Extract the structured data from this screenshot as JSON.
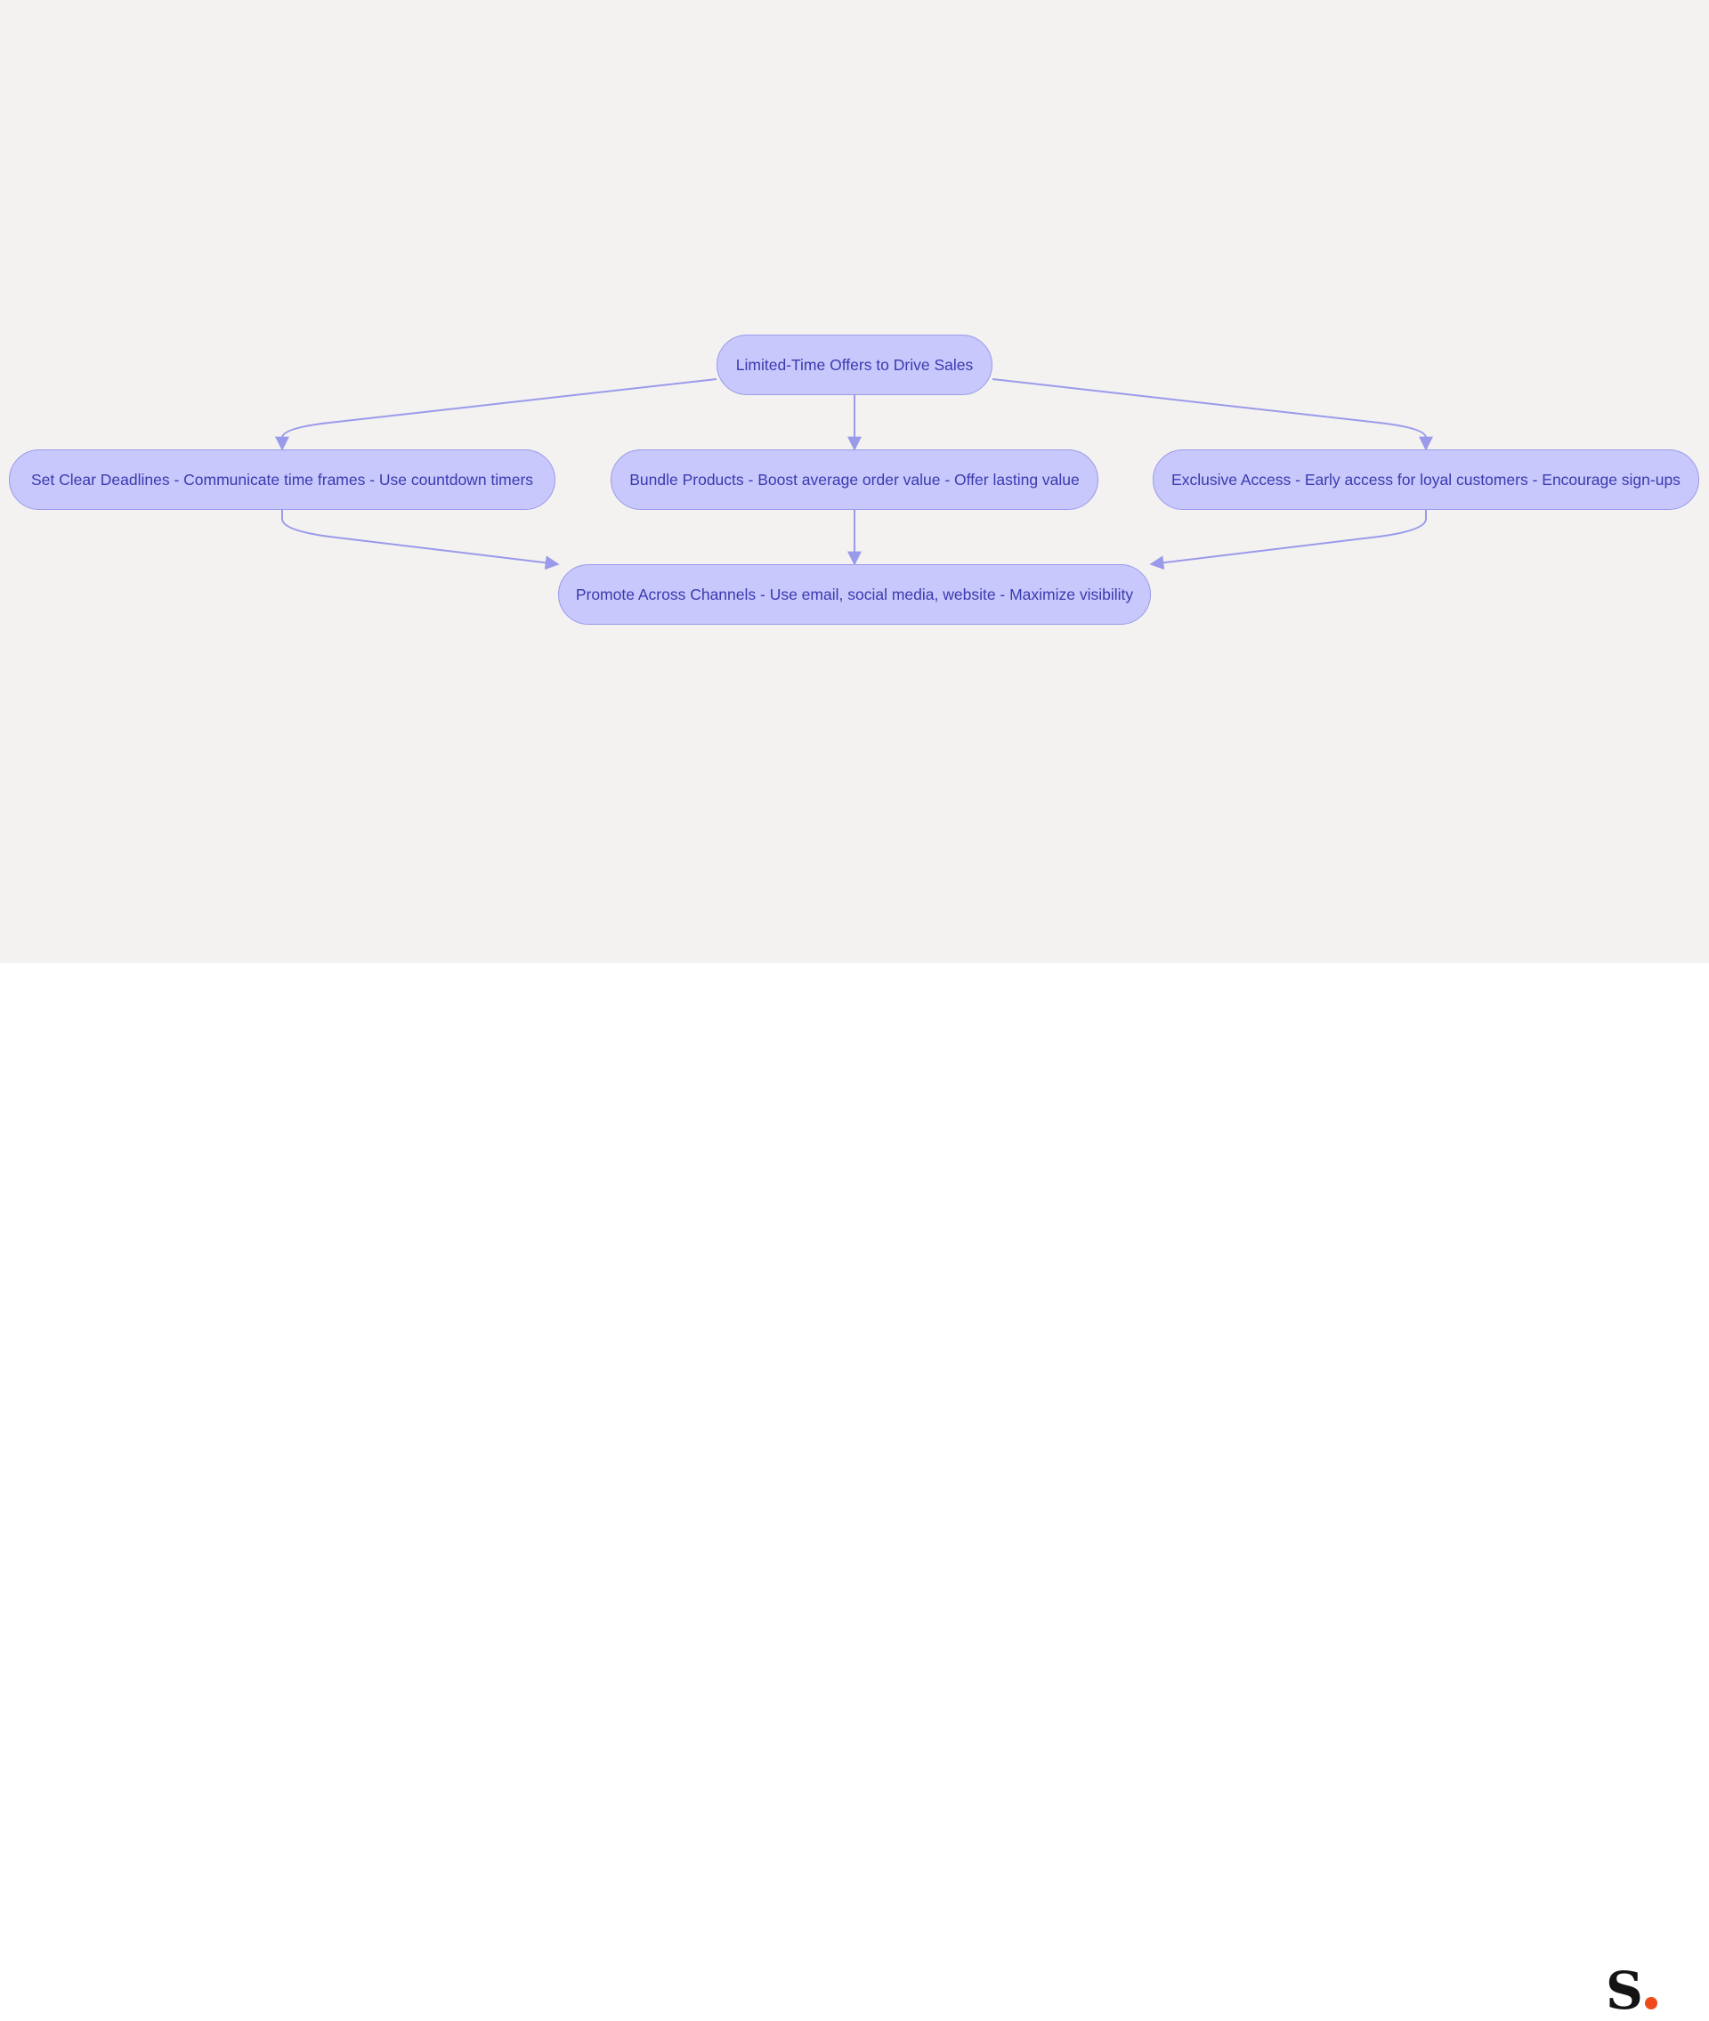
{
  "diagram": {
    "nodes": {
      "root": "Limited-Time Offers to Drive Sales",
      "deadlines": "Set Clear Deadlines - Communicate time frames - Use countdown timers",
      "bundle": "Bundle Products - Boost average order value - Offer lasting value",
      "exclusive": "Exclusive Access - Early access for loyal customers - Encourage sign-ups",
      "promote": "Promote Across Channels - Use email, social media, website - Maximize visibility"
    },
    "edges": [
      {
        "from": "root",
        "to": "deadlines"
      },
      {
        "from": "root",
        "to": "bundle"
      },
      {
        "from": "root",
        "to": "exclusive"
      },
      {
        "from": "deadlines",
        "to": "promote"
      },
      {
        "from": "bundle",
        "to": "promote"
      },
      {
        "from": "exclusive",
        "to": "promote"
      }
    ],
    "colors": {
      "background": "#f3f2f1",
      "node_fill": "#c8c8fc",
      "node_border": "#9a9aea",
      "node_text": "#3a3ab0",
      "edge": "#9a9aea"
    }
  },
  "logo": {
    "letter": "S",
    "dot_color": "#f04a1a"
  }
}
